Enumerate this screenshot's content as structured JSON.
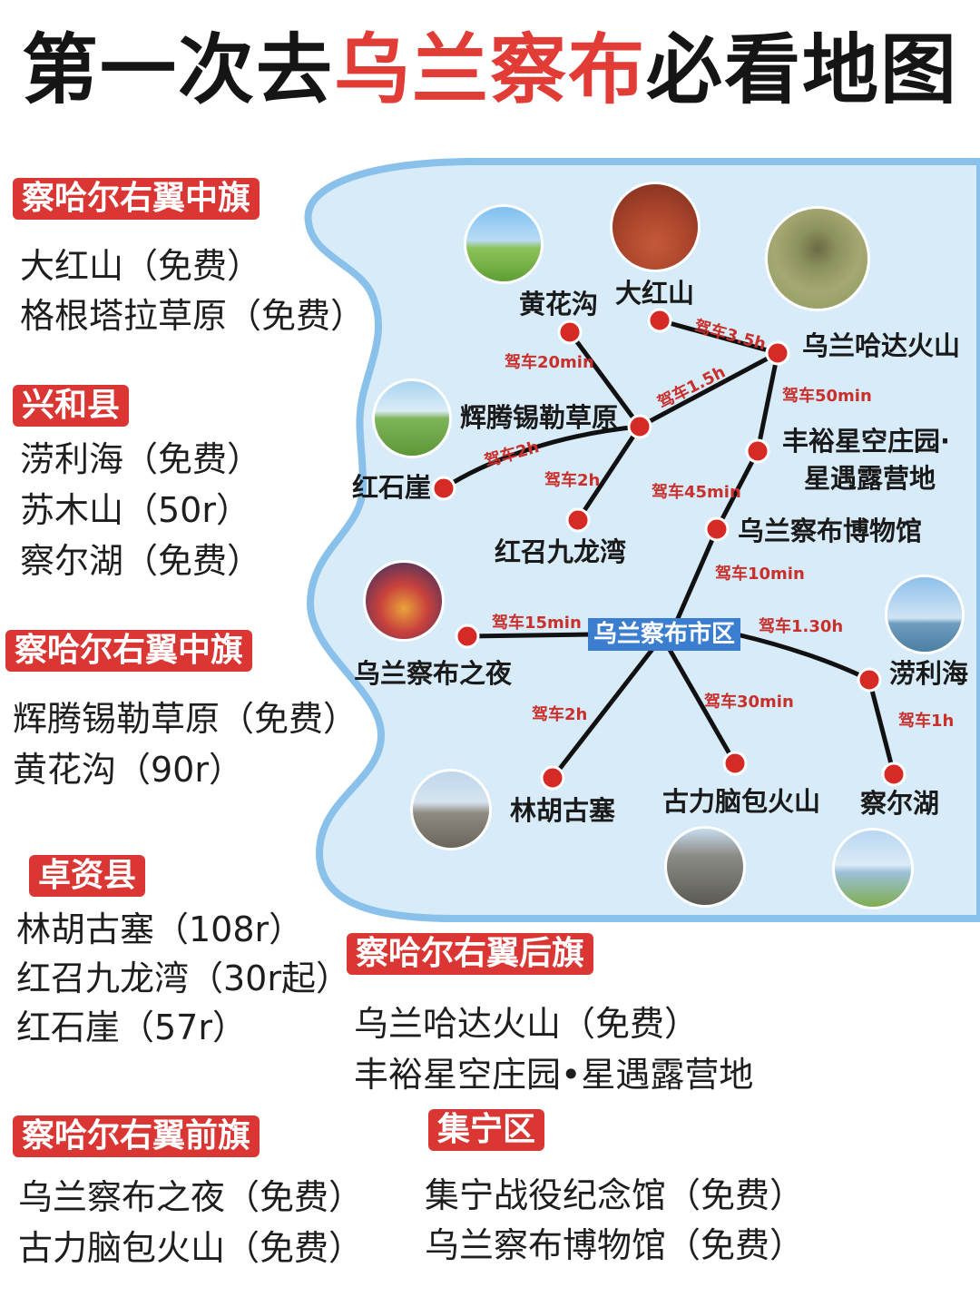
{
  "title": {
    "prefix": "第一次去",
    "highlight": "乌兰察布",
    "suffix": "必看地图"
  },
  "colors": {
    "accent": "#d93634",
    "map_bg": "#d8ebf8",
    "map_border": "#8ac1ea",
    "route": "#111111",
    "pin": "#d62a26",
    "city": "#3b7ed0"
  },
  "sections": [
    {
      "tag": "察哈尔右翼中旗",
      "items": [
        "大红山（免费）",
        "格根塔拉草原（免费）"
      ]
    },
    {
      "tag": "兴和县",
      "items": [
        "涝利海（免费）",
        "苏木山（50r）",
        "察尔湖（免费）"
      ]
    },
    {
      "tag": "察哈尔右翼中旗",
      "items": [
        "辉腾锡勒草原（免费）",
        "黄花沟（90r）"
      ]
    },
    {
      "tag": "卓资县",
      "items": [
        "林胡古塞（108r）",
        "红召九龙湾（30r起）",
        "红石崖（57r）"
      ]
    },
    {
      "tag": "察哈尔右翼后旗",
      "items": [
        "乌兰哈达火山（免费）",
        "丰裕星空庄园•星遇露营地"
      ]
    },
    {
      "tag": "察哈尔右翼前旗",
      "items": [
        "乌兰察布之夜（免费）",
        "古力脑包火山（免费）"
      ]
    },
    {
      "tag": "集宁区",
      "items": [
        "集宁战役纪念馆（免费）",
        "乌兰察布博物馆（免费）"
      ]
    }
  ],
  "map": {
    "city": "乌兰察布市区",
    "places": {
      "huanghuagou": "黄花沟",
      "dahongshan": "大红山",
      "wulanhada": "乌兰哈达火山",
      "huiteng": "辉腾锡勒草原",
      "hongshiya": "红石崖",
      "hongzhao": "红召九龙湾",
      "fengyu_1": "丰裕星空庄园·",
      "fengyu_2": "星遇露营地",
      "museum": "乌兰察布博物馆",
      "night": "乌兰察布之夜",
      "laolihai": "涝利海",
      "linhu": "林胡古塞",
      "gulinaobao": "古力脑包火山",
      "chaerhu": "察尔湖"
    },
    "drives": {
      "dahongshan_wulanhada": "驾车3.5h",
      "huanghuagou_huiteng": "驾车20min",
      "huiteng_wulanhada": "驾车1.5h",
      "wulanhada_fengyu": "驾车50min",
      "huiteng_hongshiya": "驾车2h",
      "huiteng_hongzhao": "驾车2h",
      "fengyu_museum": "驾车45min",
      "museum_city": "驾车10min",
      "night_city": "驾车15min",
      "city_laolihai": "驾车1.30h",
      "city_linhu": "驾车2h",
      "city_gulinaobao": "驾车30min",
      "laolihai_chaerhu": "驾车1h"
    }
  }
}
